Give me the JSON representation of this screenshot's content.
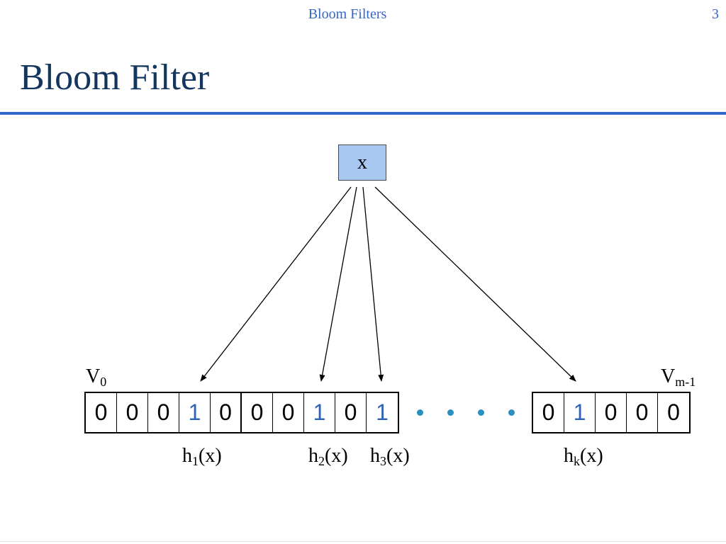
{
  "header": {
    "title": "Bloom Filters",
    "page_number": "3"
  },
  "slide": {
    "title": "Bloom Filter"
  },
  "diagram": {
    "input_label": "x",
    "start_label": {
      "base": "V",
      "sub": "0"
    },
    "end_label": {
      "base": "V",
      "sub": "m-1"
    },
    "left_bits": [
      "0",
      "0",
      "0",
      "1",
      "0",
      "0",
      "0",
      "1",
      "0",
      "1"
    ],
    "right_bits": [
      "0",
      "1",
      "0",
      "0",
      "0"
    ],
    "hash_labels": [
      {
        "base": "h",
        "sub": "1",
        "suffix": "(x)"
      },
      {
        "base": "h",
        "sub": "2",
        "suffix": "(x)"
      },
      {
        "base": "h",
        "sub": "3",
        "suffix": "(x)"
      },
      {
        "base": "h",
        "sub": "k",
        "suffix": "(x)"
      }
    ],
    "colors": {
      "set_bit": "#2e63b8",
      "box_fill": "#a8c8f2",
      "rule": "#3366cc",
      "title": "#14365e",
      "dots": "#2a8fbf"
    },
    "ellipsis_dot_count": 4
  }
}
